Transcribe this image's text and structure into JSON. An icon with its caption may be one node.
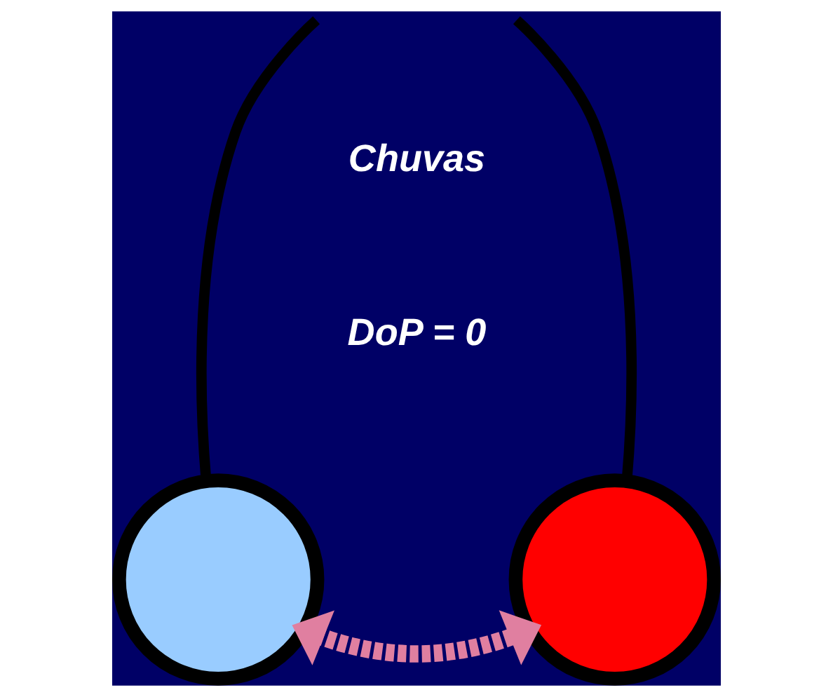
{
  "diagram": {
    "nodes": [
      {
        "text": [],
        "shape": "circle"
      },
      {
        "text": [],
        "shape": "circle"
      }
    ],
    "edges": [
      {
        "from": null,
        "to": 0,
        "arrow": "none"
      },
      {
        "from": null,
        "to": 1,
        "arrow": "none"
      },
      {
        "from": 0,
        "to": 1,
        "arrow": "both",
        "style": "dashed",
        "color": "#e07fa0"
      }
    ],
    "labels": [
      "Chuvas",
      "DoP = 0"
    ]
  }
}
